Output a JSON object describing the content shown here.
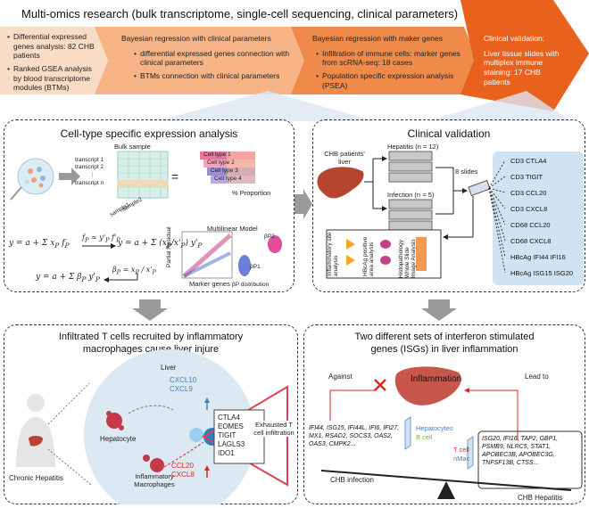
{
  "title": "Multi-omics research (bulk transcriptome, single-cell sequencing, clinical parameters)",
  "stages": [
    {
      "head": "",
      "bullets": [
        "Differential expressed genes analysis: 82 CHB patients",
        "Ranked GSEA analysis by blood transcriptome modules (BTMs)"
      ]
    },
    {
      "head": "Bayesian regression with clinical parameters",
      "bullets": [
        "differential expressed genes connection with clinical parameters",
        "BTMs connection with clinical parameters"
      ]
    },
    {
      "head": "Bayesian regression with maker genes",
      "bullets": [
        "Infiltration of immune cells: marker genes from scRNA-seq: 18 cases",
        "Population specific expression analysis (PSEA)"
      ]
    },
    {
      "head": "Clinical validation:",
      "bullets": [
        "Liver tissue slides with multiplex immune staining: 17 CHB patients"
      ]
    }
  ],
  "panel_a": {
    "title": "Cell-type specific expression analysis",
    "bulk_sample": "Bulk sample",
    "transcripts": [
      "transcript 1",
      "transcript 2",
      "⋮",
      "transcript n"
    ],
    "samples": [
      "sample1",
      "sample2"
    ],
    "cell_types": [
      "Cell type 1",
      "Cell type 2",
      "Cell type 3",
      "Cell type 4"
    ],
    "proportion": "% Proportion",
    "equals": "=",
    "multilinear": "Multilinear Model",
    "partial_residual": "Partial Residual",
    "marker_genes": "Marker genes",
    "beta_dist": "βP distribution",
    "beta_p1": "βP1",
    "beta_p2": "βP2"
  },
  "panel_b": {
    "title": "Clinical validation",
    "patients_liver": "CHB patients' liver",
    "hepatitis": "Hepatitis (n = 12)",
    "infection": "Infection (n = 5)",
    "slides": "8 slides",
    "markers": [
      "CD3 CTLA4",
      "CD3 TIGIT",
      "CD3 CCL20",
      "CD3 CXCL8",
      "CD68 CCL20",
      "CD68 CXCL8",
      "HBcAg IFI44 IFI16",
      "HBcAg ISG15 ISG20"
    ],
    "analyses": [
      "Inflammatory site analysis",
      "HBcAg positive area analysis",
      "Histopathology Whole Slide Image Analysis"
    ]
  },
  "panel_c": {
    "title_line1": "Infiltrated T cells recruited by inflammatory",
    "title_line2": "macrophages cause liver injure",
    "liver": "Liver",
    "cxcl10": "CXCL10",
    "cxcl9": "CXCL9",
    "hepatocyte": "Hepatocyte",
    "ccl20": "CCL20",
    "cxcl8": "CXCL8",
    "macrophages": "Inflammatory Macrophages",
    "exhaustion_genes": [
      "CTLA4",
      "EOMES",
      "TIGIT",
      "LAGLS3",
      "IDO1"
    ],
    "exhausted": "Exhausted T cell infiltration",
    "chronic": "Chronic Hepatitis"
  },
  "panel_d": {
    "title_line1": "Two different sets of interferon stimulated",
    "title_line2": "genes (ISGs) in liver inflammation",
    "against": "Against",
    "lead_to": "Lead to",
    "inflammation": "Inflammation",
    "left_genes": "IFI44, ISG15, IFI44L, IFI6, IFI27, MX1, RSAD2, SOCS3, OAS2, OAS3, CMPK2...",
    "hepatocytes": "Hepatocytes",
    "bcell": "B cell",
    "tcell": "T cell",
    "nmac": "nMac",
    "right_genes": "ISG20, IFI16, TAP2, GBP1, PSMB9, NLRC5, STAT1, APOBEC3B, APOBEC3G, TNFSF13B, CTSS...",
    "chb_infection": "CHB infection",
    "chb_hepatitis": "CHB Hepatitis"
  },
  "colors": {
    "stage1": "#f9dcc6",
    "stage2": "#f6b487",
    "stage3": "#f08a4b",
    "stage4": "#e8621e",
    "marker_box": "#cfe3f3",
    "accent_red": "#d62828",
    "accent_blue": "#4a7fb5",
    "accent_green": "#7bb33a"
  }
}
